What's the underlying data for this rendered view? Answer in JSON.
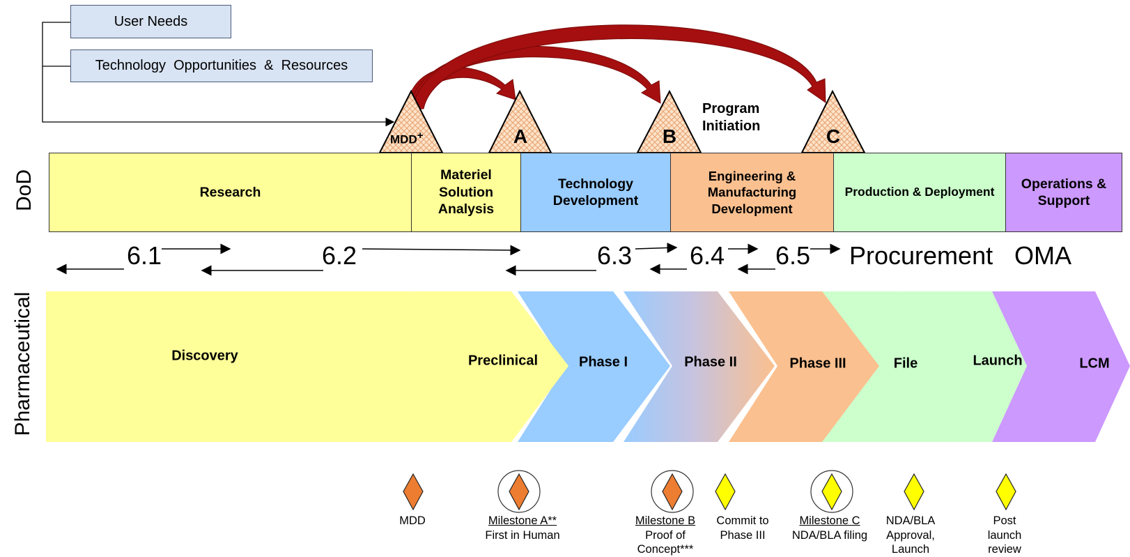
{
  "inputs": {
    "user_needs": "User Needs",
    "tech_opportunities": "Technology  Opportunities  &  Resources"
  },
  "side_labels": {
    "dod": "DoD",
    "pharma": "Pharmaceutical"
  },
  "milestones": {
    "mdd": "MDD",
    "mdd_sup": "+",
    "a": "A",
    "b": "B",
    "c": "C",
    "program_initiation_line1": "Program",
    "program_initiation_line2": "Initiation"
  },
  "dod_phases": [
    {
      "label": "Research",
      "color": "#ffff99"
    },
    {
      "label": "Materiel Solution Analysis",
      "color": "#ffff99"
    },
    {
      "label": "Technology Development",
      "color": "#99ccff"
    },
    {
      "label": "Engineering & Manufacturing Development",
      "color": "#fbc08f"
    },
    {
      "label": "Production & Deployment",
      "color": "#ccffcc"
    },
    {
      "label": "Operations & Support",
      "color": "#cc99ff"
    }
  ],
  "funding": [
    "6.1",
    "6.2",
    "6.3",
    "6.4",
    "6.5",
    "Procurement",
    "OMA"
  ],
  "pharma_phases": [
    {
      "label": "Discovery",
      "color": "#ffff99"
    },
    {
      "label": "Preclinical",
      "color": "#ffff99"
    },
    {
      "label": "Phase I",
      "color": "#99ccff"
    },
    {
      "label": "Phase II",
      "color": "#99ccff"
    },
    {
      "label": "Phase III",
      "color": "#fbc08f"
    },
    {
      "label": "File",
      "color": "#ccffcc"
    },
    {
      "label": "Launch",
      "color": "#ccffcc"
    },
    {
      "label": "LCM",
      "color": "#cc99ff"
    }
  ],
  "legend": {
    "mdd": "MDD",
    "milestone_a": "Milestone  A**",
    "milestone_a_sub": "First in Human",
    "milestone_b": "Milestone  B",
    "milestone_b_sub1": "Proof of",
    "milestone_b_sub2": "Concept***",
    "commit_1": "Commit to",
    "commit_2": "Phase III",
    "milestone_c": "Milestone  C",
    "milestone_c_sub": "NDA/BLA  filing",
    "nda_1": "NDA/BLA",
    "nda_2": "Approval,",
    "nda_3": "Launch",
    "post_1": "Post",
    "post_2": "launch",
    "post_3": "review"
  },
  "colors": {
    "arrow": "#a50f0f",
    "orange_diamond": "#ed7d31",
    "yellow_diamond": "#ffff00"
  }
}
